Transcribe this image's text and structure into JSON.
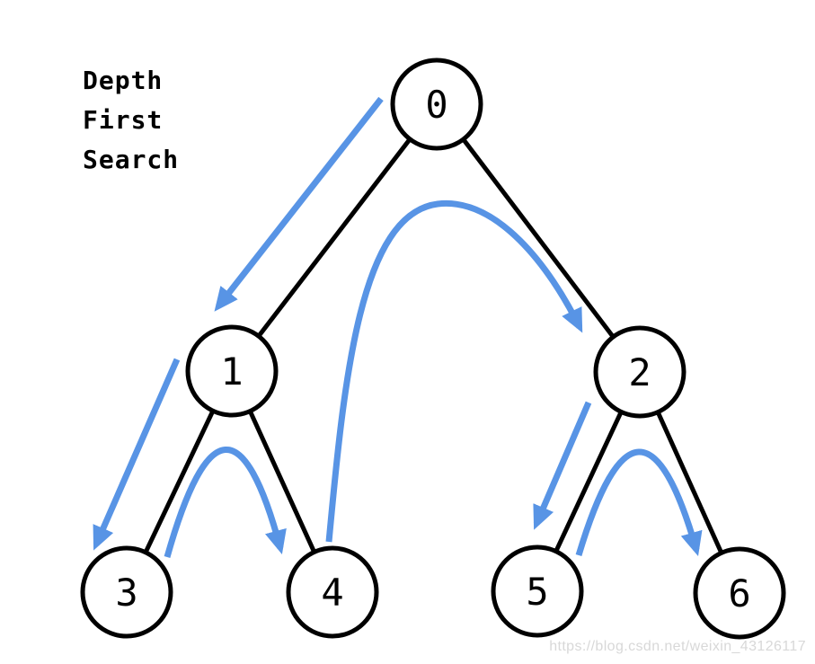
{
  "title": {
    "lines": [
      "Depth",
      "First",
      "Search"
    ]
  },
  "watermark": "https://blog.csdn.net/weixin_43126117",
  "colors": {
    "arrow": "#5894e5",
    "stroke": "#000000",
    "node_fill": "#ffffff",
    "watermark": "#d8d8d8"
  },
  "diagram": {
    "type": "binary-tree-dfs-traversal",
    "nodes": [
      {
        "id": "0",
        "label": "0"
      },
      {
        "id": "1",
        "label": "1"
      },
      {
        "id": "2",
        "label": "2"
      },
      {
        "id": "3",
        "label": "3"
      },
      {
        "id": "4",
        "label": "4"
      },
      {
        "id": "5",
        "label": "5"
      },
      {
        "id": "6",
        "label": "6"
      }
    ],
    "edges": [
      {
        "from": "0",
        "to": "1"
      },
      {
        "from": "0",
        "to": "2"
      },
      {
        "from": "1",
        "to": "3"
      },
      {
        "from": "1",
        "to": "4"
      },
      {
        "from": "2",
        "to": "5"
      },
      {
        "from": "2",
        "to": "6"
      }
    ],
    "traversal_arrows": [
      {
        "from": "0",
        "to": "1",
        "shape": "straight"
      },
      {
        "from": "1",
        "to": "3",
        "shape": "straight"
      },
      {
        "from": "3",
        "to": "4",
        "shape": "small-arc"
      },
      {
        "from": "4",
        "to": "2",
        "shape": "big-arc"
      },
      {
        "from": "2",
        "to": "5",
        "shape": "straight"
      },
      {
        "from": "5",
        "to": "6",
        "shape": "small-arc"
      }
    ],
    "visit_order": [
      "0",
      "1",
      "3",
      "4",
      "2",
      "5",
      "6"
    ]
  }
}
